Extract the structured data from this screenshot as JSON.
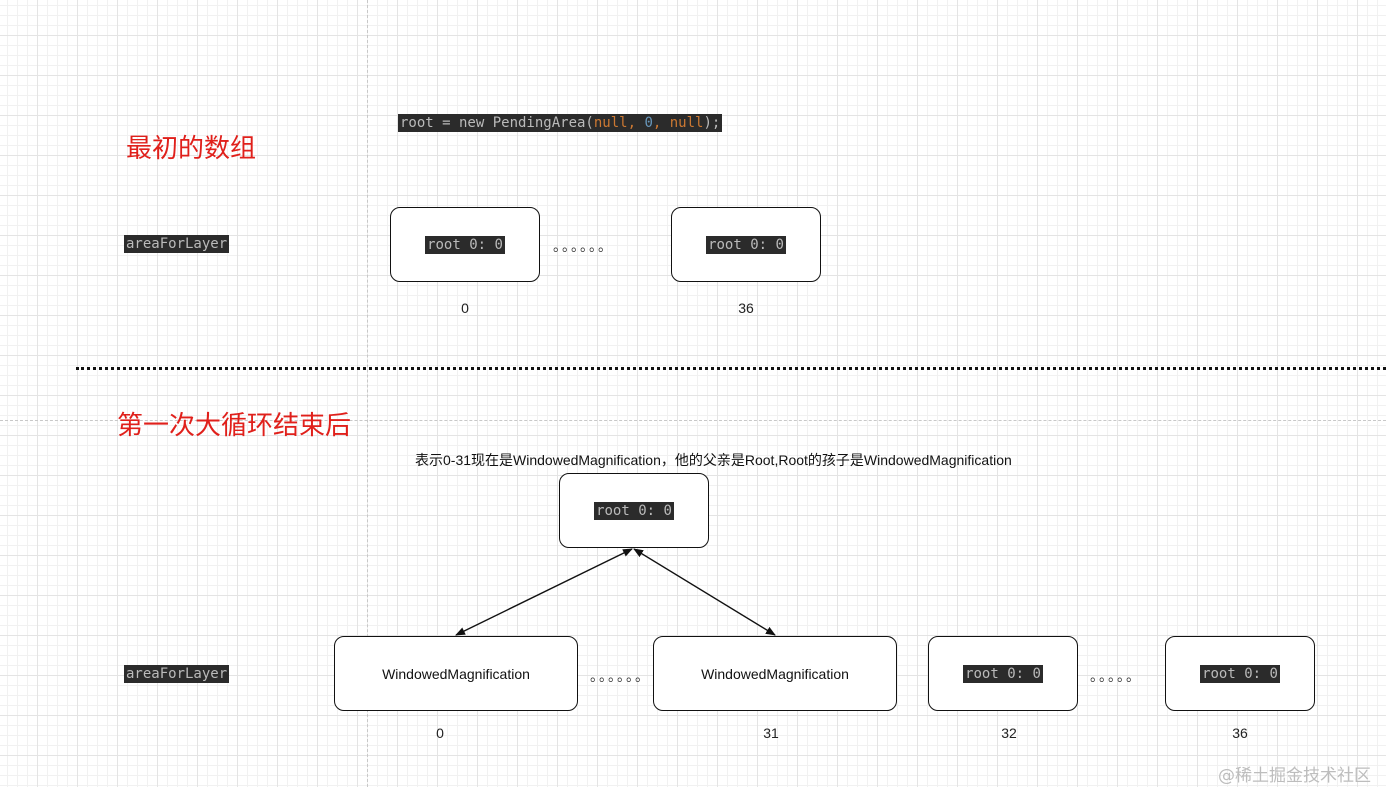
{
  "section1": {
    "heading": "最初的数组",
    "init_code": {
      "prefix": "root = new PendingArea(",
      "null1": "null",
      "sep1": ", ",
      "zero": "0",
      "sep2": ", ",
      "null2": "null",
      "suffix": ");"
    },
    "row_label": "areaForLayer",
    "boxes": [
      {
        "text": "root 0: 0",
        "index": "0"
      },
      {
        "text": "root 0: 0",
        "index": "36"
      }
    ],
    "ellipsis": "。。。。。。"
  },
  "section2": {
    "heading": "第一次大循环结束后",
    "note": "表示0-31现在是WindowedMagnification，他的父亲是Root,Root的孩子是WindowedMagnification",
    "parent_box": "root 0: 0",
    "row_label": "areaForLayer",
    "boxes": [
      {
        "text": "WindowedMagnification",
        "index": "0"
      },
      {
        "text": "WindowedMagnification",
        "index": "31"
      },
      {
        "text": "root 0: 0",
        "index": "32"
      },
      {
        "text": "root 0: 0",
        "index": "36"
      }
    ],
    "ellipsis_a": "。。。。。。",
    "ellipsis_b": "。。。。。"
  },
  "watermark": "@稀土掘金技术社区"
}
